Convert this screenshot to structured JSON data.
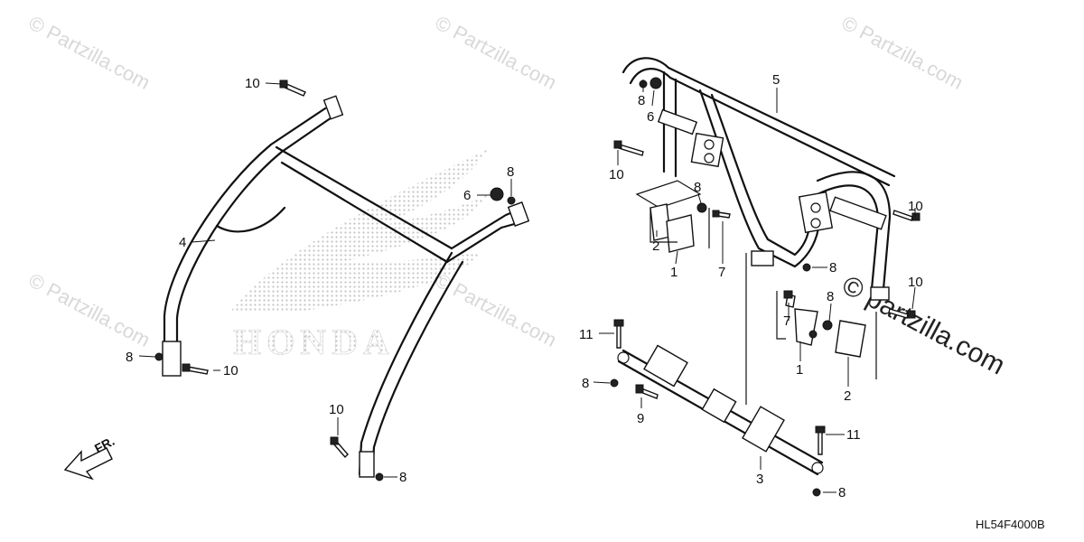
{
  "diagram_code": "HL54F4000B",
  "direction_label": "FR.",
  "watermark": {
    "text": "© Partzilla.com",
    "large_text": "© partzilla.com"
  },
  "logo_text": "HONDA",
  "callouts": [
    {
      "id": "c4",
      "label": "4"
    },
    {
      "id": "c10a",
      "label": "10"
    },
    {
      "id": "c6a",
      "label": "6"
    },
    {
      "id": "c8a",
      "label": "8"
    },
    {
      "id": "c8b",
      "label": "8"
    },
    {
      "id": "c10b",
      "label": "10"
    },
    {
      "id": "c10c",
      "label": "10"
    },
    {
      "id": "c8c",
      "label": "8"
    },
    {
      "id": "c5",
      "label": "5"
    },
    {
      "id": "c8d",
      "label": "8"
    },
    {
      "id": "c6b",
      "label": "6"
    },
    {
      "id": "c10d",
      "label": "10"
    },
    {
      "id": "c8e",
      "label": "8"
    },
    {
      "id": "c2a",
      "label": "2"
    },
    {
      "id": "c1a",
      "label": "1"
    },
    {
      "id": "c7a",
      "label": "7"
    },
    {
      "id": "c10e",
      "label": "10"
    },
    {
      "id": "c8f",
      "label": "8"
    },
    {
      "id": "c10f",
      "label": "10"
    },
    {
      "id": "c7b",
      "label": "7"
    },
    {
      "id": "c8g",
      "label": "8"
    },
    {
      "id": "c1b",
      "label": "1"
    },
    {
      "id": "c2b",
      "label": "2"
    },
    {
      "id": "c11a",
      "label": "11"
    },
    {
      "id": "c8h",
      "label": "8"
    },
    {
      "id": "c9",
      "label": "9"
    },
    {
      "id": "c11b",
      "label": "11"
    },
    {
      "id": "c3",
      "label": "3"
    },
    {
      "id": "c8i",
      "label": "8"
    }
  ]
}
